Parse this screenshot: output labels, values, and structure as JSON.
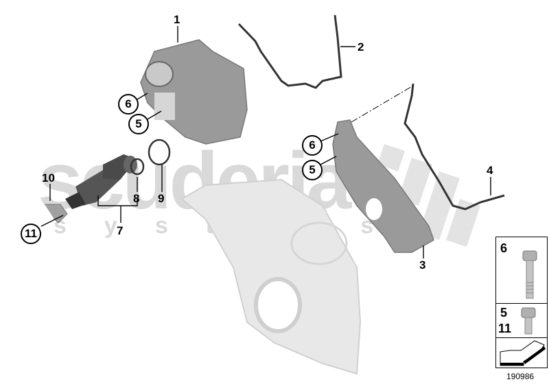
{
  "diagram": {
    "watermark": {
      "line1": "scuderia",
      "line2": "systems"
    },
    "diagram_id": "190986",
    "callouts": [
      {
        "id": "1",
        "label": "1",
        "circled": false
      },
      {
        "id": "2",
        "label": "2",
        "circled": false
      },
      {
        "id": "3",
        "label": "3",
        "circled": false
      },
      {
        "id": "4",
        "label": "4",
        "circled": false
      },
      {
        "id": "5a",
        "label": "5",
        "circled": true
      },
      {
        "id": "6a",
        "label": "6",
        "circled": true
      },
      {
        "id": "5b",
        "label": "5",
        "circled": true
      },
      {
        "id": "6b",
        "label": "6",
        "circled": true
      },
      {
        "id": "7",
        "label": "7",
        "circled": false
      },
      {
        "id": "8",
        "label": "8",
        "circled": false
      },
      {
        "id": "9",
        "label": "9",
        "circled": false
      },
      {
        "id": "10",
        "label": "10",
        "circled": false
      },
      {
        "id": "11",
        "label": "11",
        "circled": true
      }
    ],
    "legend": {
      "rows": [
        {
          "labels": [
            "6"
          ],
          "part": "long-hex-bolt"
        },
        {
          "labels": [
            "5",
            "11"
          ],
          "part": "short-hex-bolt"
        },
        {
          "labels": [],
          "part": "direction-arrow"
        }
      ]
    },
    "colors": {
      "part_dark": "#8a8a8a",
      "part_light": "#e6e6e6",
      "line": "#000000",
      "watermark": "#d9d9d9"
    }
  }
}
